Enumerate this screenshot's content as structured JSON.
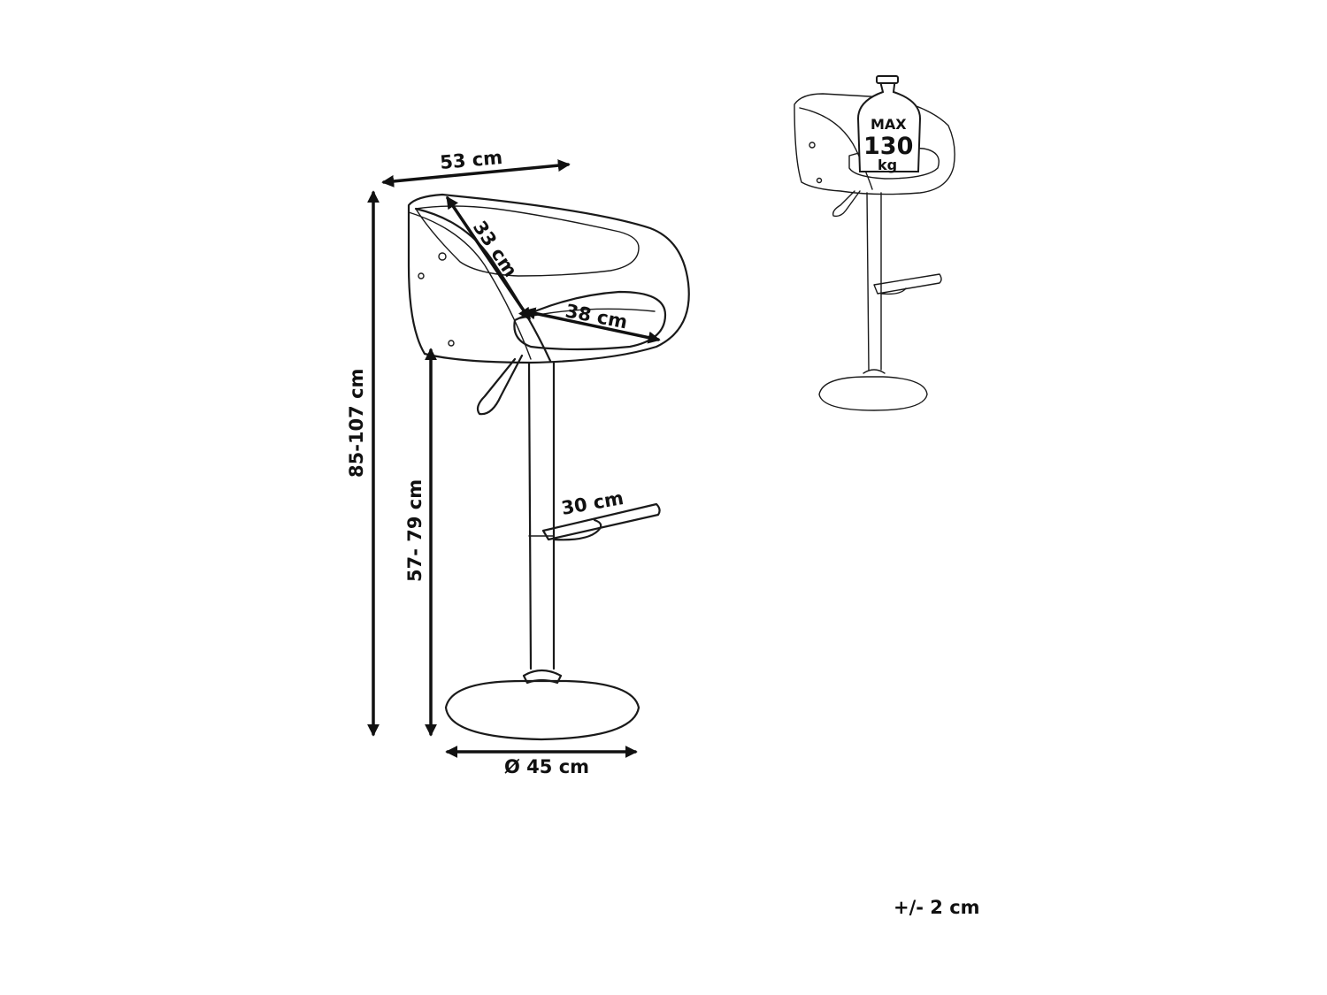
{
  "dimensions": {
    "width": "53 cm",
    "backrest_depth": "33 cm",
    "seat_depth": "38 cm",
    "total_height": "85-107 cm",
    "seat_height": "57- 79 cm",
    "footrest": "30 cm",
    "base_diameter": "Ø 45  cm"
  },
  "max_load": {
    "line1": "MAX",
    "line2": "130",
    "line3": "kg"
  },
  "tolerance": "+/- 2 cm",
  "colors": {
    "line": "#1a1a1a",
    "background": "#ffffff"
  }
}
